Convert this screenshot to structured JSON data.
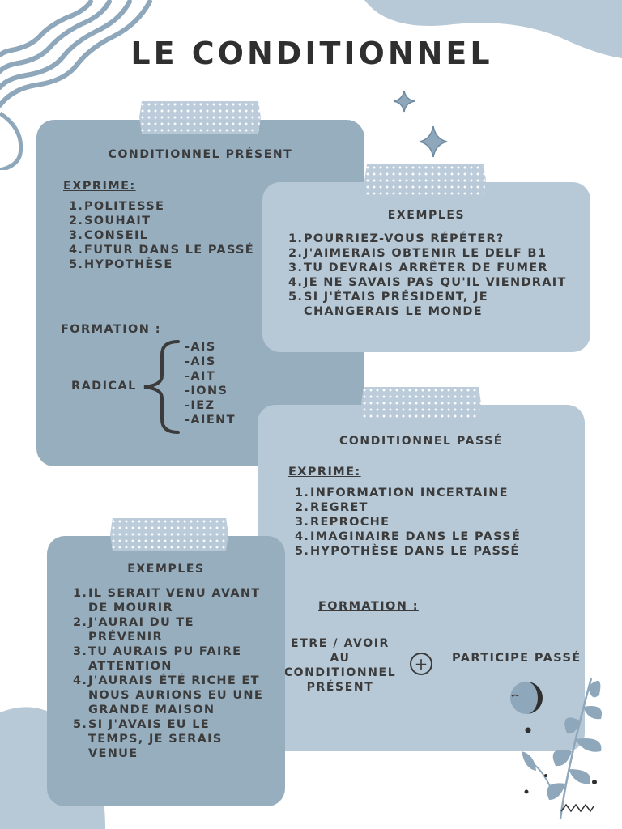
{
  "title": "Le Conditionnel",
  "present": {
    "heading": "Conditionnel présent",
    "exprime_label": "Exprime:",
    "exprime": [
      "Politesse",
      "Souhait",
      "Conseil",
      "Futur dans le passé",
      "Hypothèse"
    ],
    "formation_label": "Formation :",
    "radical_label": "Radical",
    "endings": [
      "-ais",
      "-ais",
      "-ait",
      "-ions",
      "-iez",
      "-aient"
    ]
  },
  "present_examples": {
    "heading": "Exemples",
    "items": [
      "Pourriez-vous répéter?",
      "J'aimerais obtenir le DELF B1",
      "Tu devrais arrêter de fumer",
      "Je ne savais pas qu'il viendrait",
      "Si j'étais président, je changerais le monde"
    ]
  },
  "passe": {
    "heading": "Conditionnel passé",
    "exprime_label": "Exprime:",
    "exprime": [
      "Information incertaine",
      "Regret",
      "Reproche",
      "Imaginaire dans le passé",
      "Hypothèse dans le passé"
    ],
    "formation_label": "Formation :",
    "formula_left": "Etre / avoir au conditionnel présent",
    "plus_symbol": "+",
    "formula_right": "Participe passé"
  },
  "passe_examples": {
    "heading": "Exemples",
    "items": [
      "Il serait venu avant de mourir",
      "J'aurai du te prévenir",
      "Tu aurais pu faire attention",
      "J'aurais été riche et nous aurions eu une grande maison",
      "Si j'avais eu le temps, je serais venue"
    ]
  },
  "colors": {
    "card_dark": "#97aebf",
    "card_light": "#b7c9d7",
    "blob": "#b7c9d7",
    "text": "#3b3b3b"
  },
  "icons": [
    "wavy-lines-icon",
    "sparkle-icon",
    "plus-circle-icon",
    "sun-moon-icon",
    "leaf-branch-icon",
    "zigzag-icon"
  ]
}
